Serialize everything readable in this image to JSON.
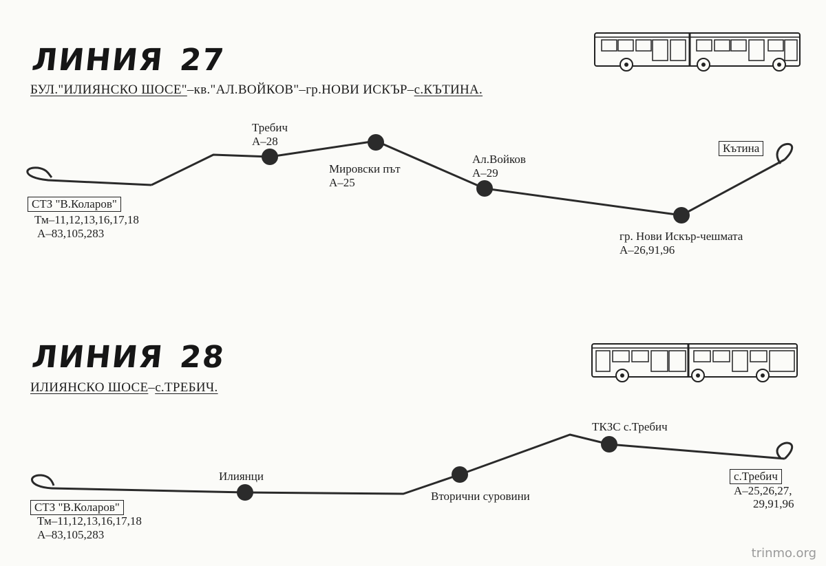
{
  "line27": {
    "title_word": "ЛИНИЯ",
    "title_number": "27",
    "route_parts": [
      "БУЛ.\"ИЛИЯНСКО ШОСЕ\"",
      "–кв.\"АЛ.ВОЙКОВ\"–гр.НОВИ ИСКЪР–",
      "с.КЪТИНА."
    ],
    "start_terminal": "СТЗ \"В.Коларов\"",
    "start_connections": [
      "Тм–11,12,13,16,17,18",
      "А–83,105,283"
    ],
    "stops": [
      {
        "name": "Требич",
        "connections": "А–28"
      },
      {
        "name": "Мировски път",
        "connections": "А–25"
      },
      {
        "name": "Ал.Войков",
        "connections": "А–29"
      },
      {
        "name": "гр. Нови Искър-чешмата",
        "connections": "А–26,91,96"
      }
    ],
    "end_terminal": "Кътина"
  },
  "line28": {
    "title_word": "ЛИНИЯ",
    "title_number": "28",
    "route_parts": [
      "ИЛИЯНСКО ШОСЕ",
      "–",
      "с.ТРЕБИЧ."
    ],
    "start_terminal": "СТЗ \"В.Коларов\"",
    "start_connections": [
      "Тм–11,12,13,16,17,18",
      "А–83,105,283"
    ],
    "stops": [
      {
        "name": "Илиянци"
      },
      {
        "name": "Вторични суровини"
      },
      {
        "name": "ТКЗС с.Требич"
      }
    ],
    "end_terminal": "с.Требич",
    "end_connections": [
      "А–25,26,27,",
      "29,91,96"
    ]
  },
  "watermark": "trinmo.org",
  "colors": {
    "ink": "#1e1e1e",
    "paper": "#fbfbf8",
    "route": "#2a2a2a",
    "stop": "#2b2b2b"
  }
}
